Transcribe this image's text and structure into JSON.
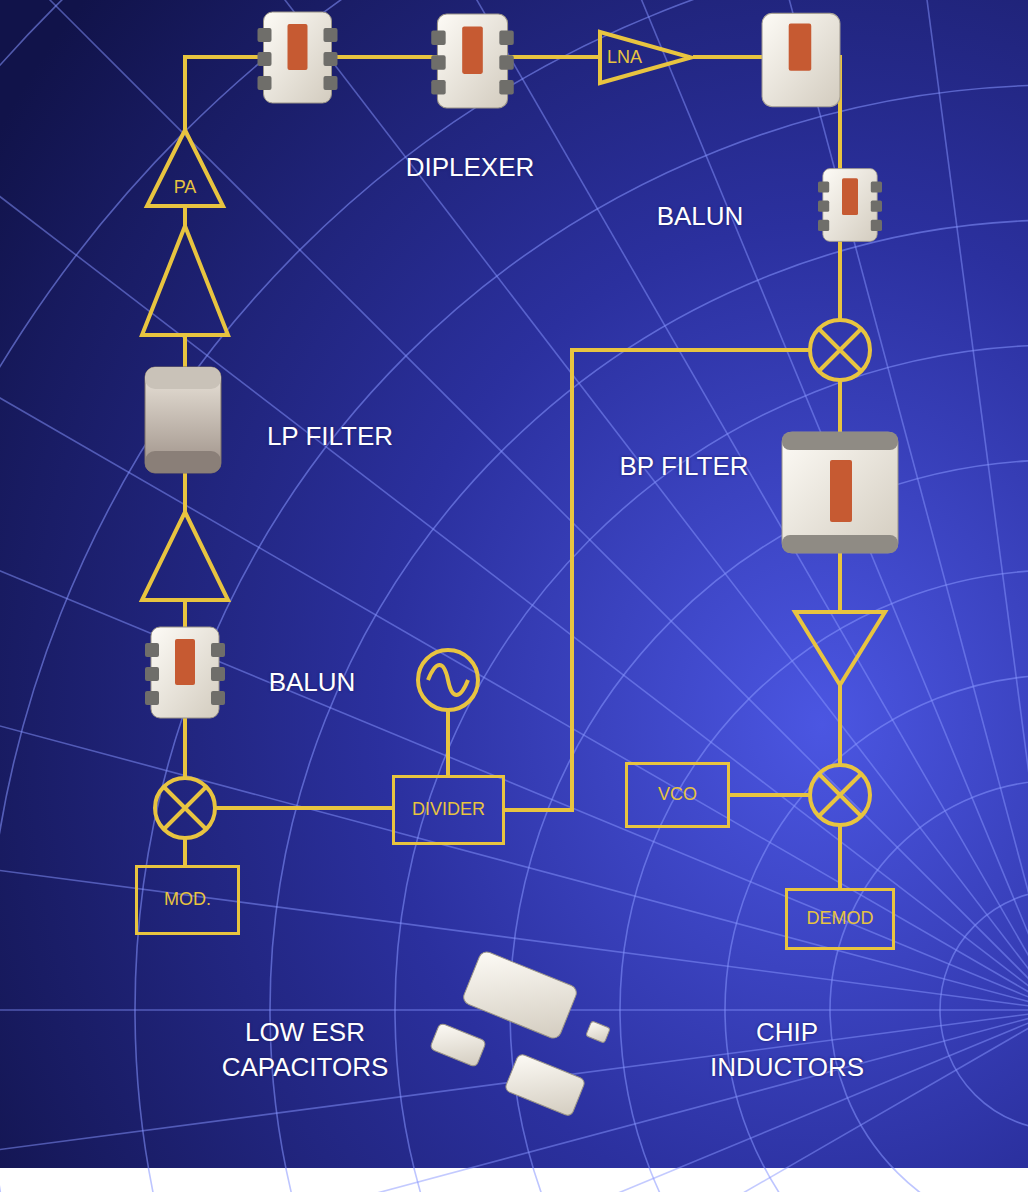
{
  "diagram": {
    "nodes": [
      {
        "text": [
          "LNA"
        ]
      },
      {
        "text": [
          "PA"
        ]
      },
      {
        "text": [
          "VCO"
        ]
      },
      {
        "text": [
          "DIVIDER"
        ]
      },
      {
        "text": [
          "MOD."
        ]
      },
      {
        "text": [
          "DEMOD"
        ]
      }
    ],
    "labels": [
      "DIPLEXER",
      "BALUN",
      "LP FILTER",
      "BP FILTER",
      "BALUN",
      "LOW ESR CAPACITORS",
      "CHIP INDUCTORS"
    ]
  }
}
